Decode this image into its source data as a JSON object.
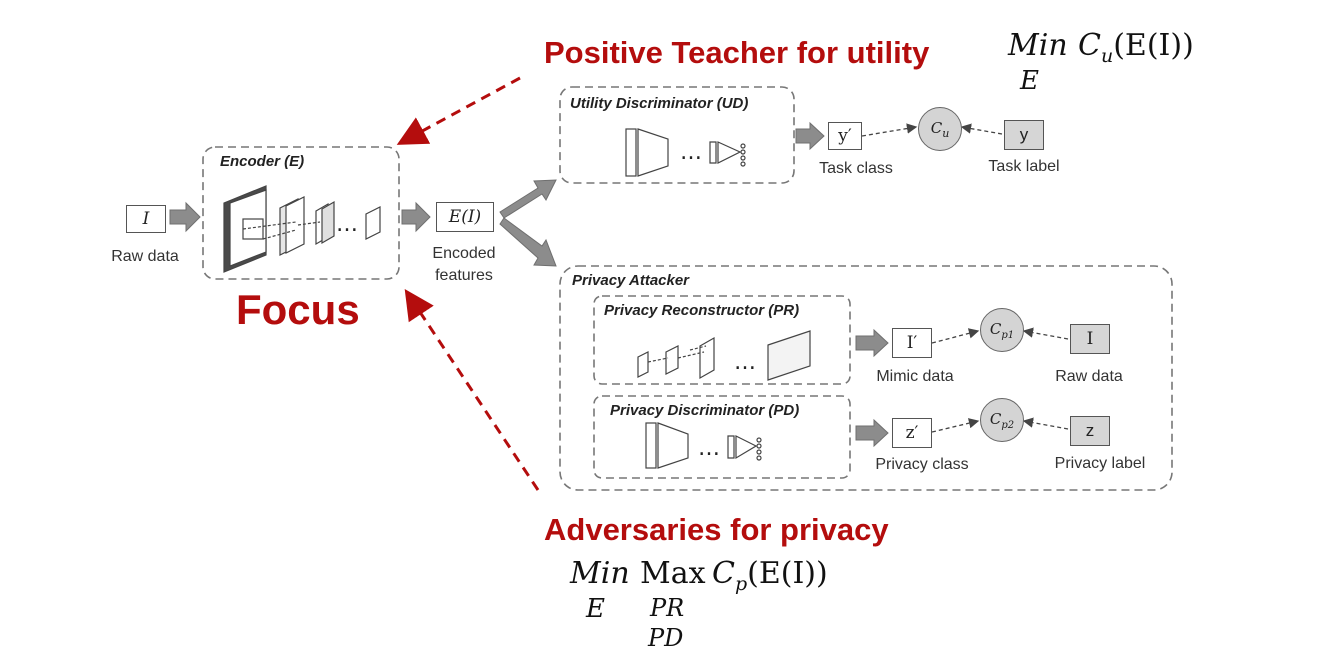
{
  "headline_utility": "Positive Teacher for utility",
  "headline_privacy": "Adversaries for privacy",
  "focus_label": "Focus",
  "formula_utility": {
    "op": "Min",
    "sub": "E",
    "expr": "C",
    "expr_sub": "u",
    "arg": "(E(I))"
  },
  "formula_privacy": {
    "op1": "Min",
    "op1_sub": "E",
    "op2": "Max",
    "op2_sub1": "PR",
    "op2_sub2": "PD",
    "expr": "C",
    "expr_sub": "p",
    "arg": "(E(I))"
  },
  "input": {
    "symbol": "I",
    "label": "Raw data"
  },
  "encoder": {
    "title": "Encoder (E)"
  },
  "encoded": {
    "symbol": "E(I)",
    "label_line1": "Encoded",
    "label_line2": "features"
  },
  "utility": {
    "title": "Utility Discriminator (UD)",
    "output": "y′",
    "output_label": "Task class",
    "cost": "C",
    "cost_sub": "u",
    "target": "y",
    "target_label": "Task label"
  },
  "privacy_attacker": {
    "title": "Privacy Attacker"
  },
  "reconstructor": {
    "title": "Privacy Reconstructor (PR)",
    "output": "I′",
    "output_label": "Mimic data",
    "cost": "C",
    "cost_sub": "p1",
    "target": "I",
    "target_label": "Raw data"
  },
  "pdisc": {
    "title": "Privacy Discriminator (PD)",
    "output": "z′",
    "output_label": "Privacy class",
    "cost": "C",
    "cost_sub": "p2",
    "target": "z",
    "target_label": "Privacy label"
  },
  "ellipsis": "…"
}
